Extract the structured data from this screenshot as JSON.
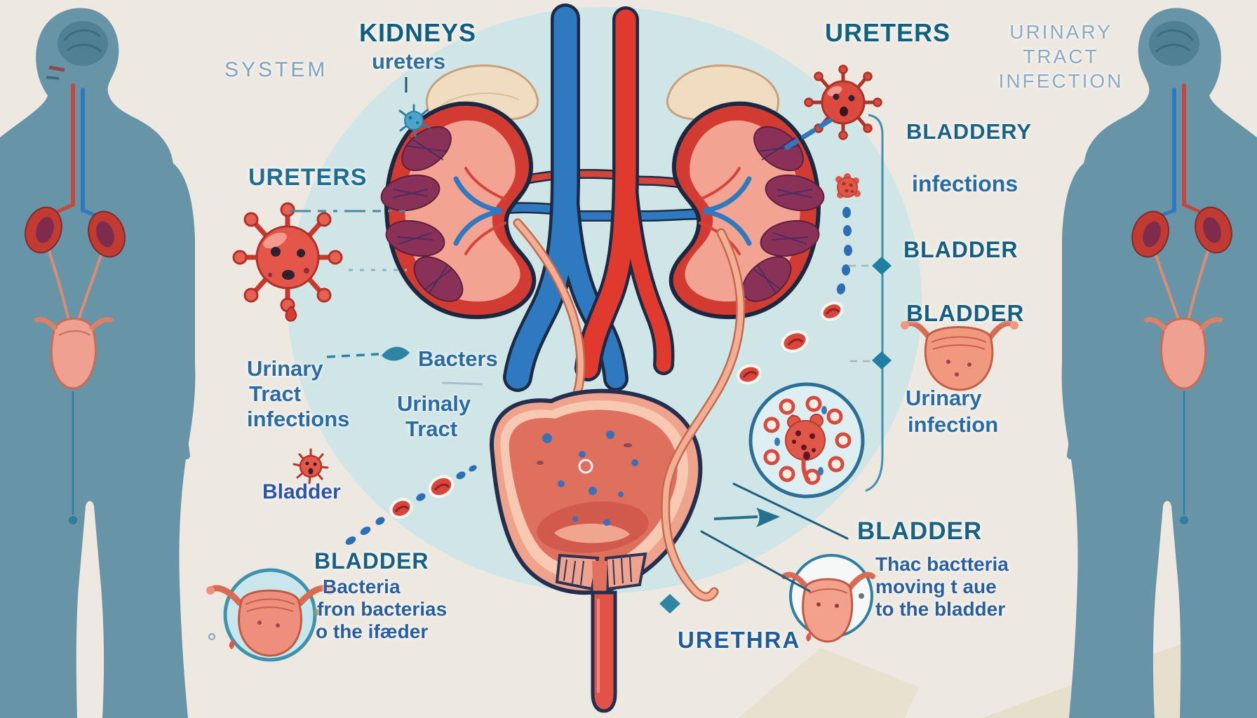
{
  "scene": "urinary-tract-infection-infographic",
  "colors": {
    "background": "#EDE9E1",
    "highlight_circle": "#D0E5E5",
    "silhouette": "#6795A7",
    "label_dark_teal": "#145F80",
    "label_blue": "#2A6BA4",
    "label_light_caps": "#8BA9C3",
    "organ_red": "#D23B31",
    "organ_pink": "#F2A58E",
    "bacteria_red": "#E0564A",
    "vein_blue": "#2E79BF",
    "artery_red": "#D5443A",
    "dot_trail_blue": "#2D6FB5",
    "accent_teal": "#2E86A4"
  },
  "top_left": {
    "system": "SYSTEM"
  },
  "kidneys_heading": {
    "title": "KIDNEYS",
    "subtitle": "ureters"
  },
  "left_column": {
    "ureters": "URETERS",
    "uti_lines": [
      "Urinary",
      "Tract",
      "infections"
    ],
    "bladder_small": "Bladder",
    "bladder_block": {
      "title": "BLADDER",
      "lines": [
        "Bacteria",
        "fron bacterias",
        "o the ifæder"
      ]
    }
  },
  "center": {
    "bacteria_label": "Bacters",
    "urinaly_lines": [
      "Urinaly",
      "Tract"
    ],
    "urethra": "URETHRA"
  },
  "right_column": {
    "ureters": "URETERS",
    "uti_lines": [
      "URINARY",
      "TRACT",
      "INFECTION"
    ],
    "bladder_blurred": "BLADDERY",
    "infections": "infections",
    "bladder_mid": "BLADDER",
    "bladder_icon_label": "BLADDER",
    "urinary_infection_lines": [
      "Urinary",
      "infection"
    ],
    "bladder_block": {
      "title": "BLADDER",
      "lines": [
        "Thac bactteria",
        "moving t aue",
        "to the bladder"
      ]
    }
  },
  "icons": [
    "bacteria-icon",
    "blue-bacteria-icon",
    "red-cell-icon",
    "bladder-icon",
    "magnifier-circle-icon",
    "arrow-icon",
    "diamond-marker-icon"
  ]
}
